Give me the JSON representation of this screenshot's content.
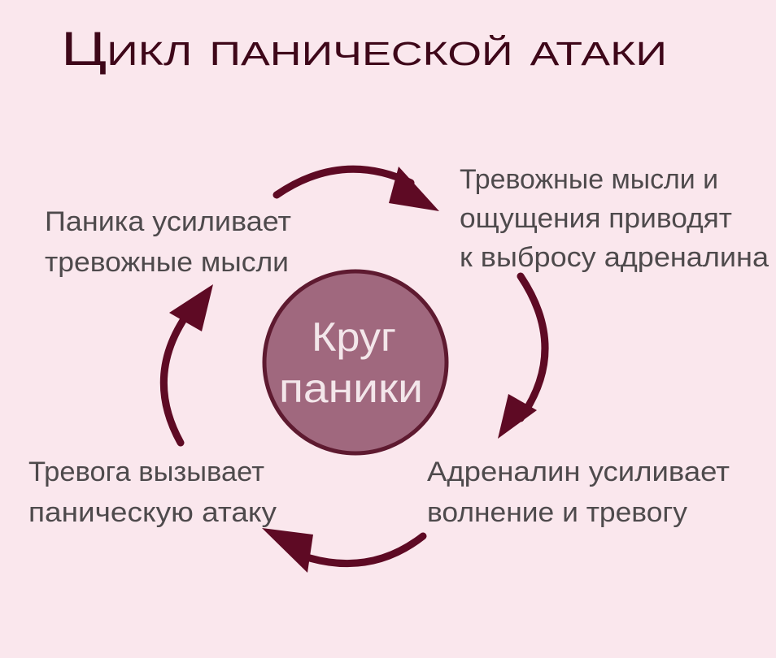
{
  "title": "Цикл панической атаки",
  "center": {
    "line1": "Круг",
    "line2": "паники"
  },
  "steps": [
    {
      "lines": [
        "Тревожные мысли и",
        "ощущения приводят",
        "к выбросу адреналина"
      ]
    },
    {
      "lines": [
        "Адреналин усиливает",
        "волнение и тревогу"
      ]
    },
    {
      "lines": [
        "Тревога вызывает",
        "паническую атаку"
      ]
    },
    {
      "lines": [
        "Паника усиливает",
        "тревожные мысли"
      ]
    }
  ],
  "colors": {
    "background": "#fae7ed",
    "arrow": "#5e0a24",
    "circle": "#a0687e",
    "circle_border": "#5e1a30",
    "text": "#4e4a4c"
  }
}
